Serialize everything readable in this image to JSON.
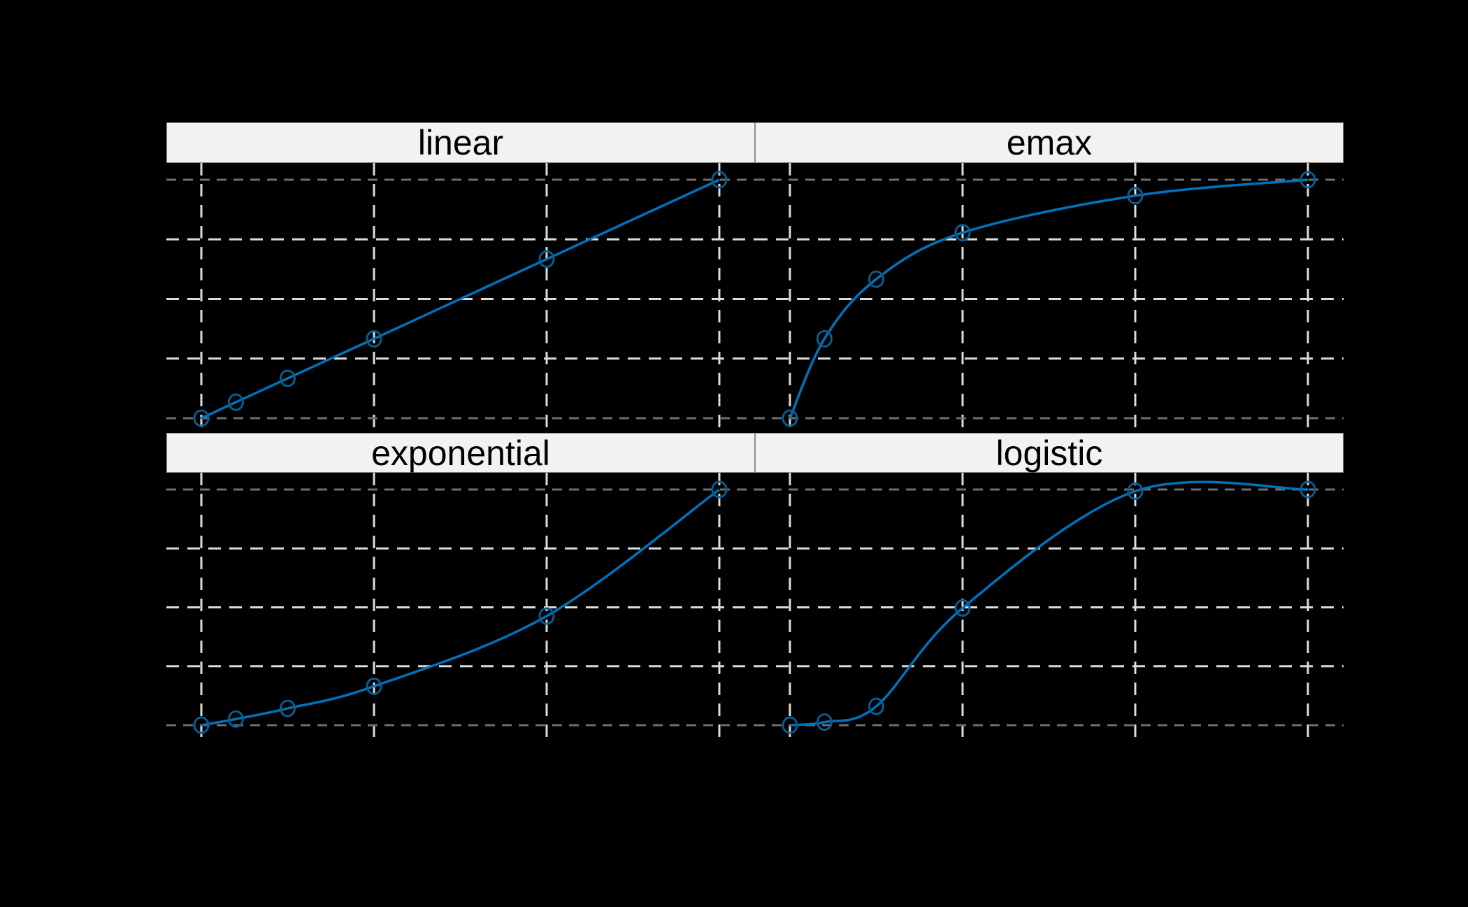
{
  "chart_data": {
    "type": "line",
    "layout": "facet 2x2",
    "title": "",
    "xlabel": "",
    "ylabel": "",
    "background": "#000000",
    "grid": true,
    "line_color": "#0072bd",
    "marker_color": "#0b5c8e",
    "strip_color": "#f2f2f2",
    "x": [
      0,
      10,
      25,
      50,
      100,
      150
    ],
    "x_gridlines": [
      0,
      50,
      100,
      150
    ],
    "xlim": [
      -10,
      160
    ],
    "y_gridlines": [
      0,
      0.25,
      0.5,
      0.75,
      1
    ],
    "ylim": [
      -0.07,
      1.07
    ],
    "panels": [
      {
        "name": "linear",
        "values": [
          0,
          0.067,
          0.167,
          0.333,
          0.667,
          1.0
        ]
      },
      {
        "name": "emax",
        "values": [
          0,
          0.333,
          0.583,
          0.778,
          0.933,
          1.0
        ]
      },
      {
        "name": "exponential",
        "values": [
          0,
          0.026,
          0.071,
          0.165,
          0.463,
          1.0
        ]
      },
      {
        "name": "logistic",
        "values": [
          0,
          0.013,
          0.08,
          0.497,
          0.993,
          1.0
        ]
      }
    ]
  },
  "strips": {
    "p0": "linear",
    "p1": "emax",
    "p2": "exponential",
    "p3": "logistic"
  }
}
